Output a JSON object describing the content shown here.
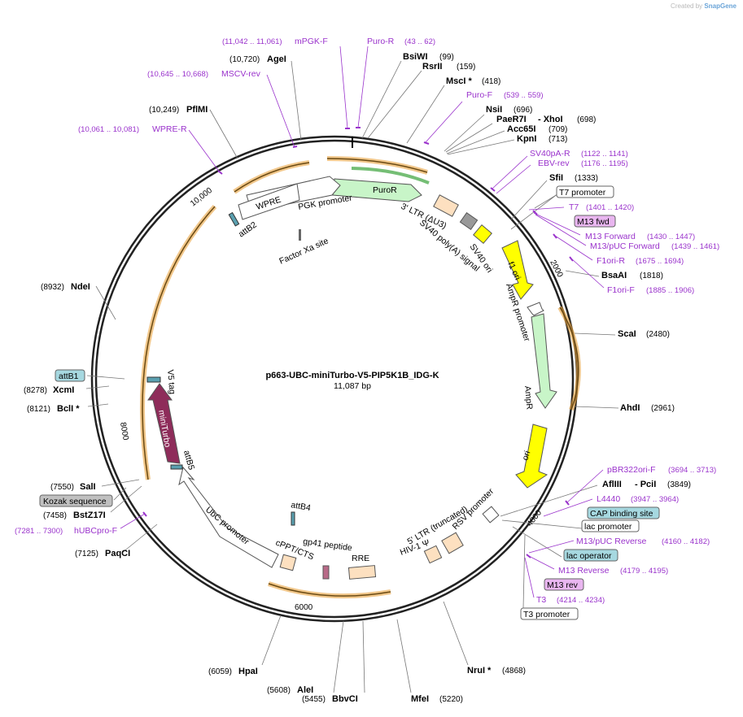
{
  "credit": {
    "prefix": "Created by",
    "brand": "SnapGene"
  },
  "plasmid": {
    "name": "p663-UBC-miniTurbo-V5-PIP5K1B_IDG-K",
    "length": "11,087 bp"
  },
  "colors": {
    "primer": "#9a33cc",
    "backbone": "#222222",
    "puroR": "#c8f5c8",
    "ampR": "#c8f5c8",
    "ori": "#ffff00",
    "miniTurbo": "#8e2c5a",
    "ltr": "#fde0c0",
    "promoter": "#ffffff",
    "orf_orange": "#e8a13d"
  },
  "ticks": [
    "2000",
    "4000",
    "6000",
    "8000",
    "10,000"
  ],
  "sites": [
    {
      "name": "BsiWI",
      "pos": "(99)"
    },
    {
      "name": "RsrII",
      "pos": "(159)"
    },
    {
      "name": "MscI *",
      "pos": "(418)"
    },
    {
      "name": "NsiI",
      "pos": "(696)"
    },
    {
      "name": "PaeR7I",
      "extra": "- XhoI",
      "pos": "(698)"
    },
    {
      "name": "Acc65I",
      "pos": "(709)"
    },
    {
      "name": "KpnI",
      "pos": "(713)"
    },
    {
      "name": "SfiI",
      "pos": "(1333)"
    },
    {
      "name": "BsaAI",
      "pos": "(1818)"
    },
    {
      "name": "ScaI",
      "pos": "(2480)"
    },
    {
      "name": "AhdI",
      "pos": "(2961)"
    },
    {
      "name": "AflIII",
      "extra": "- PciI",
      "pos": "(3849)"
    },
    {
      "name": "NruI *",
      "pos": "(4868)"
    },
    {
      "name": "MfeI",
      "pos": "(5220)"
    },
    {
      "name": "BbvCI",
      "pos": "(5455)"
    },
    {
      "name": "AleI",
      "pos": "(5608)"
    },
    {
      "name": "HpaI",
      "pos": "(6059)"
    },
    {
      "name": "PaqCI",
      "pos": "(7125)"
    },
    {
      "name": "BstZ17I",
      "pos": "(7458)"
    },
    {
      "name": "SalI",
      "pos": "(7550)"
    },
    {
      "name": "BclI *",
      "pos": "(8121)"
    },
    {
      "name": "XcmI",
      "pos": "(8278)"
    },
    {
      "name": "NdeI",
      "pos": "(8932)"
    },
    {
      "name": "PflMI",
      "pos": "(10,249)"
    },
    {
      "name": "AgeI",
      "pos": "(10,720)"
    }
  ],
  "primers": [
    {
      "name": "Puro-R",
      "pos": "(43 .. 62)"
    },
    {
      "name": "Puro-F",
      "pos": "(539 .. 559)"
    },
    {
      "name": "SV40pA-R",
      "pos": "(1122 .. 1141)"
    },
    {
      "name": "EBV-rev",
      "pos": "(1176 .. 1195)"
    },
    {
      "name": "T7",
      "pos": "(1401 .. 1420)"
    },
    {
      "name": "M13 Forward",
      "pos": "(1430 .. 1447)"
    },
    {
      "name": "M13/pUC Forward",
      "pos": "(1439 .. 1461)"
    },
    {
      "name": "F1ori-R",
      "pos": "(1675 .. 1694)"
    },
    {
      "name": "F1ori-F",
      "pos": "(1885 .. 1906)"
    },
    {
      "name": "pBR322ori-F",
      "pos": "(3694 .. 3713)"
    },
    {
      "name": "L4440",
      "pos": "(3947 .. 3964)"
    },
    {
      "name": "M13/pUC Reverse",
      "pos": "(4160 .. 4182)"
    },
    {
      "name": "M13 Reverse",
      "pos": "(4179 .. 4195)"
    },
    {
      "name": "T3",
      "pos": "(4214 .. 4234)"
    },
    {
      "name": "hUBCpro-F",
      "pos": "(7281 .. 7300)"
    },
    {
      "name": "WPRE-R",
      "pos": "(10,061 .. 10,081)"
    },
    {
      "name": "MSCV-rev",
      "pos": "(10,645 .. 10,668)"
    },
    {
      "name": "mPGK-F",
      "pos": "(11,042 .. 11,061)"
    }
  ],
  "boxed": {
    "t7_promoter": "T7 promoter",
    "m13_fwd": "M13 fwd",
    "cap_binding_site": "CAP binding site",
    "lac_promoter": "lac promoter",
    "lac_operator": "lac operator",
    "m13_rev": "M13 rev",
    "t3_promoter": "T3 promoter",
    "kozak_sequence": "Kozak sequence",
    "attB1": "attB1"
  },
  "features": {
    "puroR": "PuroR",
    "pgk_promoter": "PGK promoter",
    "wpre": "WPRE",
    "attB2": "attB2",
    "factor_xa": "Factor Xa site",
    "ltr3": "3' LTR (ΔU3)",
    "sv40_polya": "SV40 poly(A) signal",
    "sv40_ori": "SV40 ori",
    "f1_ori": "f1 ori",
    "ampR_promoter": "AmpR promoter",
    "ampR": "AmpR",
    "ori": "ori",
    "rsv_promoter": "RSV promoter",
    "ltr5": "5' LTR (truncated)",
    "hiv_psi": "HIV-1 Ψ",
    "rre": "RRE",
    "gp41": "gp41 peptide",
    "cppt": "cPPT/CTS",
    "attB4": "attB4",
    "ubc_promoter": "UbC promoter",
    "attB5": "attB5",
    "miniTurbo": "miniTurbo",
    "v5_tag": "V5 tag"
  }
}
